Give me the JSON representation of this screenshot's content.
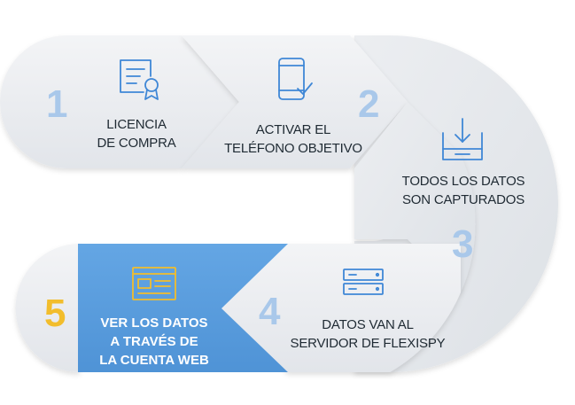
{
  "colors": {
    "panel_light": "#eef0f3",
    "panel_mid": "#dfe3e8",
    "highlight_blue": "#5b9fdf",
    "number_blue": "#a9c8ea",
    "number_gold": "#f2bd2c",
    "icon_blue": "#3f87d6",
    "icon_gold": "#f2bd2c",
    "text_dark": "#1f2a33"
  },
  "steps": [
    {
      "number": "1",
      "icon": "certificate-icon",
      "lines": [
        "LICENCIA",
        "DE COMPRA"
      ]
    },
    {
      "number": "2",
      "icon": "smartphone-check-icon",
      "lines": [
        "ACTIVAR EL",
        "TELÉFONO OBJETIVO"
      ]
    },
    {
      "number": "3",
      "icon": "download-tray-icon",
      "lines": [
        "TODOS LOS DATOS",
        "SON CAPTURADOS"
      ]
    },
    {
      "number": "4",
      "icon": "server-icon",
      "lines": [
        "DATOS VAN AL",
        "SERVIDOR DE FLEXISPY"
      ]
    },
    {
      "number": "5",
      "icon": "browser-window-icon",
      "lines": [
        "VER LOS DATOS",
        "A TRAVÉS DE",
        "LA CUENTA WEB"
      ]
    }
  ]
}
